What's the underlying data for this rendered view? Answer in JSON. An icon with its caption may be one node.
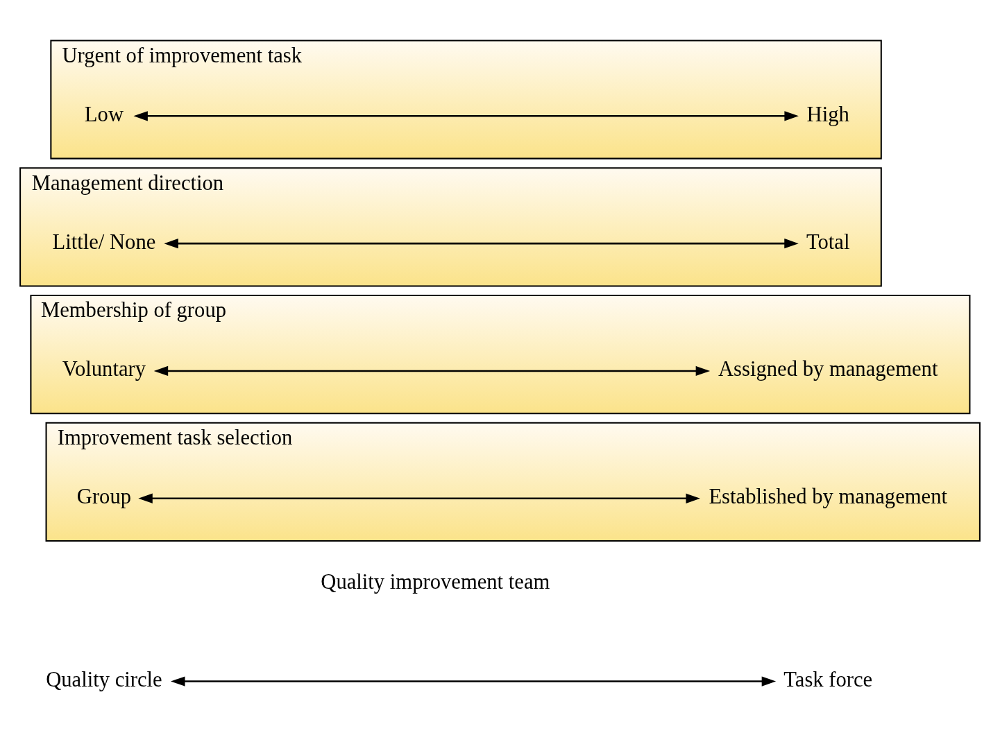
{
  "diagram": {
    "nodes": [
      {
        "text": [
          "Quality circle"
        ]
      },
      {
        "text": [
          "Quality improvement team"
        ]
      },
      {
        "text": [
          "Task force"
        ]
      },
      {
        "text": [
          "Improvement task selection"
        ]
      },
      {
        "text": [
          "Group"
        ],
        "in": 3
      },
      {
        "text": [
          "Established by management"
        ],
        "in": 3
      },
      {
        "text": [
          "Membership of group"
        ]
      },
      {
        "text": [
          "Voluntary"
        ],
        "in": 6
      },
      {
        "text": [
          "Assigned by management"
        ],
        "in": 6
      },
      {
        "text": [
          "Management direction"
        ]
      },
      {
        "text": [
          "Little/ None"
        ],
        "in": 9
      },
      {
        "text": [
          "Total"
        ],
        "in": 9
      },
      {
        "text": [
          "Urgent of improvement task"
        ]
      },
      {
        "text": [
          "Low"
        ],
        "in": 12
      },
      {
        "text": [
          "High"
        ],
        "in": 12
      }
    ],
    "edges": [
      {
        "from": 0,
        "to": 2,
        "arrow": "both"
      },
      {
        "from": 4,
        "to": 5,
        "arrow": "both"
      },
      {
        "from": 7,
        "to": 8,
        "arrow": "both"
      },
      {
        "from": 10,
        "to": 11,
        "arrow": "both"
      },
      {
        "from": 13,
        "to": 14,
        "arrow": "both"
      }
    ]
  }
}
